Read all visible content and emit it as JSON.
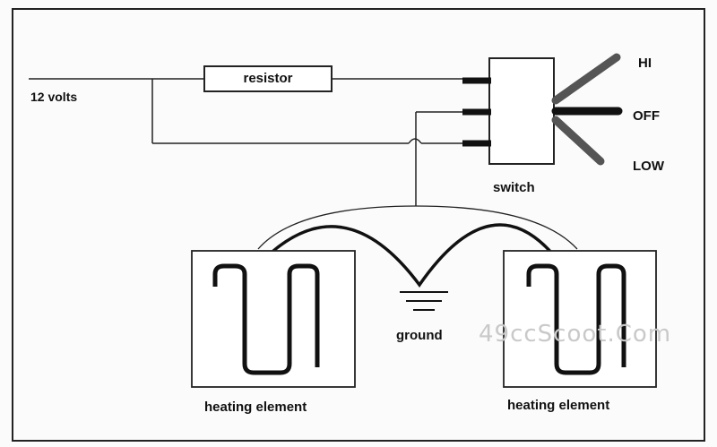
{
  "labels": {
    "voltage": "12 volts",
    "resistor": "resistor",
    "switch": "switch",
    "hi": "HI",
    "off": "OFF",
    "low": "LOW",
    "ground": "ground",
    "heating_left": "heating element",
    "heating_right": "heating element"
  },
  "watermark": "49ccScoot.Com",
  "colors": {
    "wire": "#222222",
    "lever_hi": "#555555",
    "lever_off": "#111111",
    "lever_low": "#555555",
    "watermark": "#c9c9c9"
  }
}
